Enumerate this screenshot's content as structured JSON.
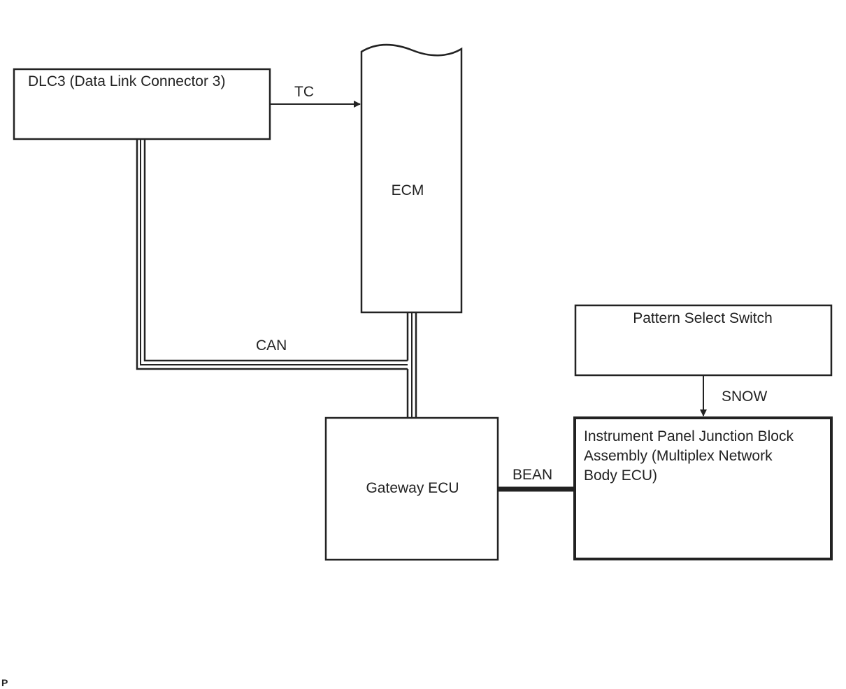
{
  "blocks": {
    "dlc3": "DLC3 (Data Link Connector 3)",
    "ecm": "ECM",
    "gateway": "Gateway ECU",
    "pattern_switch": "Pattern Select Switch",
    "ip_jb_line1": "Instrument Panel Junction Block",
    "ip_jb_line2": "Assembly (Multiplex Network",
    "ip_jb_line3": "Body ECU)"
  },
  "signals": {
    "tc": "TC",
    "can": "CAN",
    "bean": "BEAN",
    "snow": "SNOW"
  },
  "corner_label": "P"
}
